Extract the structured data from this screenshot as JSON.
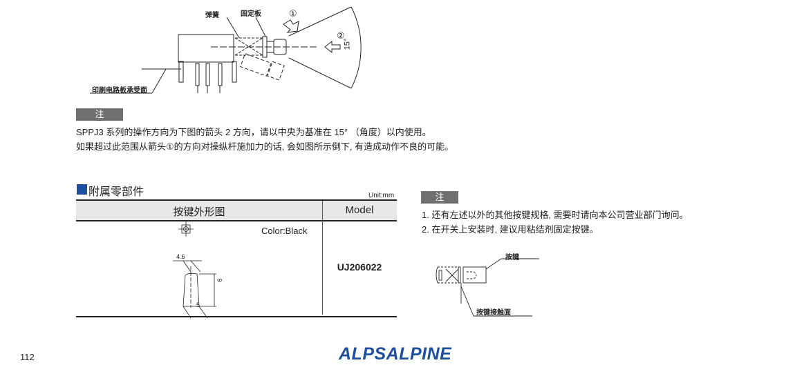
{
  "top_figure": {
    "label_spring": "弹簧",
    "label_fixed_plate": "固定板",
    "label_pcb_surface": "印刷电路板承受面",
    "label_arrow1": "①",
    "label_arrow2": "②",
    "label_angle": "15°"
  },
  "note1": {
    "badge": "注",
    "line1": "SPPJ3 系列的操作方向为下图的箭头 2 方向，请以中央为基准在 15° （角度）以内使用。",
    "line2": "如果超过此范围从箭头①的方向对操纵杆施加力的话, 会如图所示倒下, 有造成动作不良的可能。"
  },
  "accessory": {
    "title": "附属零部件",
    "unit": "Unit:mm",
    "table": {
      "headers": [
        "按键外形图",
        "Model"
      ],
      "color_label": "Color:Black",
      "dim_top": "4.6",
      "dim_height": "9",
      "dim_bottom": "5",
      "model": "UJ206022"
    }
  },
  "note2": {
    "badge": "注",
    "items": [
      "1. 还有左述以外的其他按键规格, 需要时请向本公司营业部门询问。",
      "2. 在开关上安装时, 建议用粘结剂固定按键。"
    ],
    "label_knob": "按键",
    "label_contact": "按键接触面"
  },
  "footer": {
    "page_number": "112",
    "logo": "ALPSALPINE",
    "brand_color": "#1d4f9e"
  }
}
